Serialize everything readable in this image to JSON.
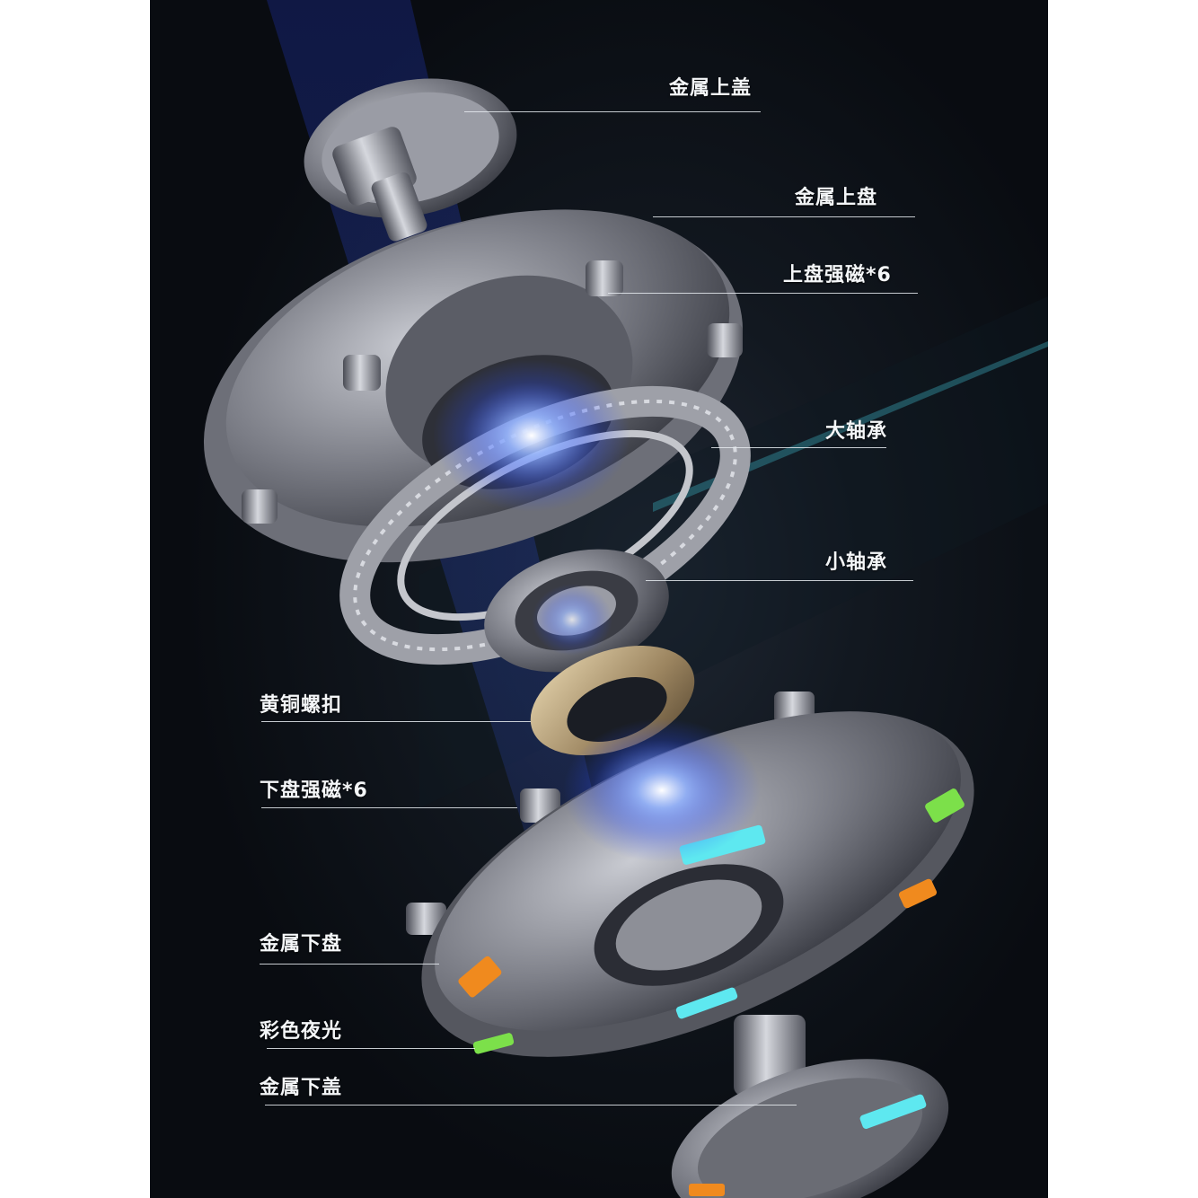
{
  "labels": {
    "top_cap": "金属上盖",
    "top_disc": "金属上盘",
    "top_magnets": "上盘强磁*6",
    "large_bearing": "大轴承",
    "small_bearing": "小轴承",
    "brass_nut": "黄铜螺扣",
    "bottom_magnets": "下盘强磁*6",
    "bottom_disc": "金属下盘",
    "glow_paint": "彩色夜光",
    "bottom_cap": "金属下盖"
  },
  "colors": {
    "background": "#0d1117",
    "glow": "#3b6cff",
    "accent_cyan": "#5ee8f0",
    "accent_green": "#7ce04a",
    "accent_orange": "#f08a1e",
    "metal": "#8a8c94"
  }
}
